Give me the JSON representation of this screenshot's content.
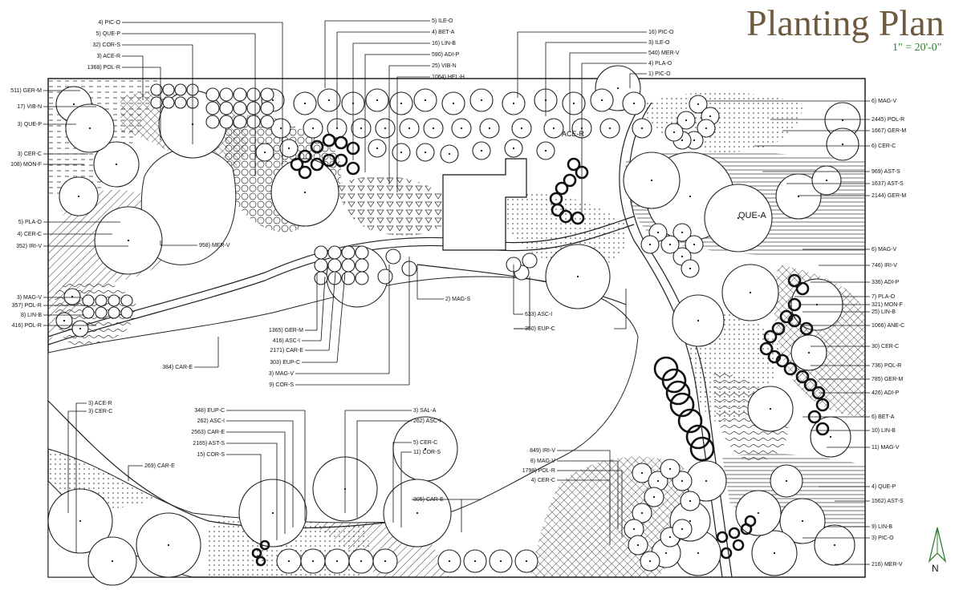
{
  "title": "Planting Plan",
  "scale": "1\" = 20'-0\"",
  "center_labels": [
    "QUE-A",
    "ACE-R"
  ],
  "north_label": "N",
  "colors": {
    "title": "#6e5a3f",
    "scale": "#2e7d32",
    "north_arrow": "#2e7d32",
    "linework": "#222222"
  },
  "callouts_top_left": [
    "4) PIC-O",
    "5) QUE-P",
    "32) COR-S",
    "3) ACE-R",
    "1368) POL-R"
  ],
  "callouts_top_mid": [
    "5) ILE-O",
    "4) BET-A",
    "16) LIN-B",
    "590) ADI-P",
    "25) VIB-N",
    "1064) HEL-H"
  ],
  "callouts_top_right": [
    "16) PIC-O",
    "3) ILE-O",
    "540) MER-V",
    "4) PLA-O",
    "1) PIC-O"
  ],
  "callouts_left": [
    "511) GER-M",
    "17) VIB-N",
    "3) QUE-P",
    "3) CER-C",
    "108) MON-F",
    "5) PLA-O",
    "4) CER-C",
    "352) IRI-V",
    "3) MAG-V",
    "357) POL-R",
    "8) LIN-B",
    "416) POL-R"
  ],
  "callouts_left_lower": [
    "3) ACE-R",
    "3) CER-C",
    "269) CAR-E"
  ],
  "callouts_right": [
    "6) MAG-V",
    "2445) POL-R",
    "1667) GER-M",
    "6) CER-C",
    "969) AST-S",
    "1637) AST-S",
    "2144) GER-M",
    "6) MAG-V",
    "746) IRI-V",
    "336) ADI-P",
    "7) PLA-O",
    "321) MON-F",
    "25) LIN-B",
    "1066) ANE-C",
    "30) CER-C",
    "736) POL-R",
    "785) GER-M",
    "426) ADI-P",
    "6) BET-A",
    "10) LIN-B",
    "11) MAG-V",
    "4) QUE-P",
    "1562) AST-S",
    "9) LIN-B",
    "3) PIC-O",
    "216) MER-V"
  ],
  "callouts_center": [
    "958) MER-V",
    "2) MAG-S",
    "633) ASC-I",
    "350) EUP-C",
    "1365) GER-M",
    "416) ASC-I",
    "2171) CAR-E",
    "303) EUP-C",
    "3) MAG-V",
    "9) COR-S",
    "384) CAR-E"
  ],
  "callouts_bottom_mid": [
    "348) EUP-C",
    "262) ASC-I",
    "2563) CAR-E",
    "2165) AST-S",
    "15) COR-S",
    "3) SAL-A",
    "262) ASC-I",
    "5) CER-C",
    "11) COR-S",
    "305) CAR-E"
  ],
  "callouts_bottom_right": [
    "849) IRI-V",
    "8) MAG-V",
    "1798) POL-R",
    "4) CER-C"
  ]
}
